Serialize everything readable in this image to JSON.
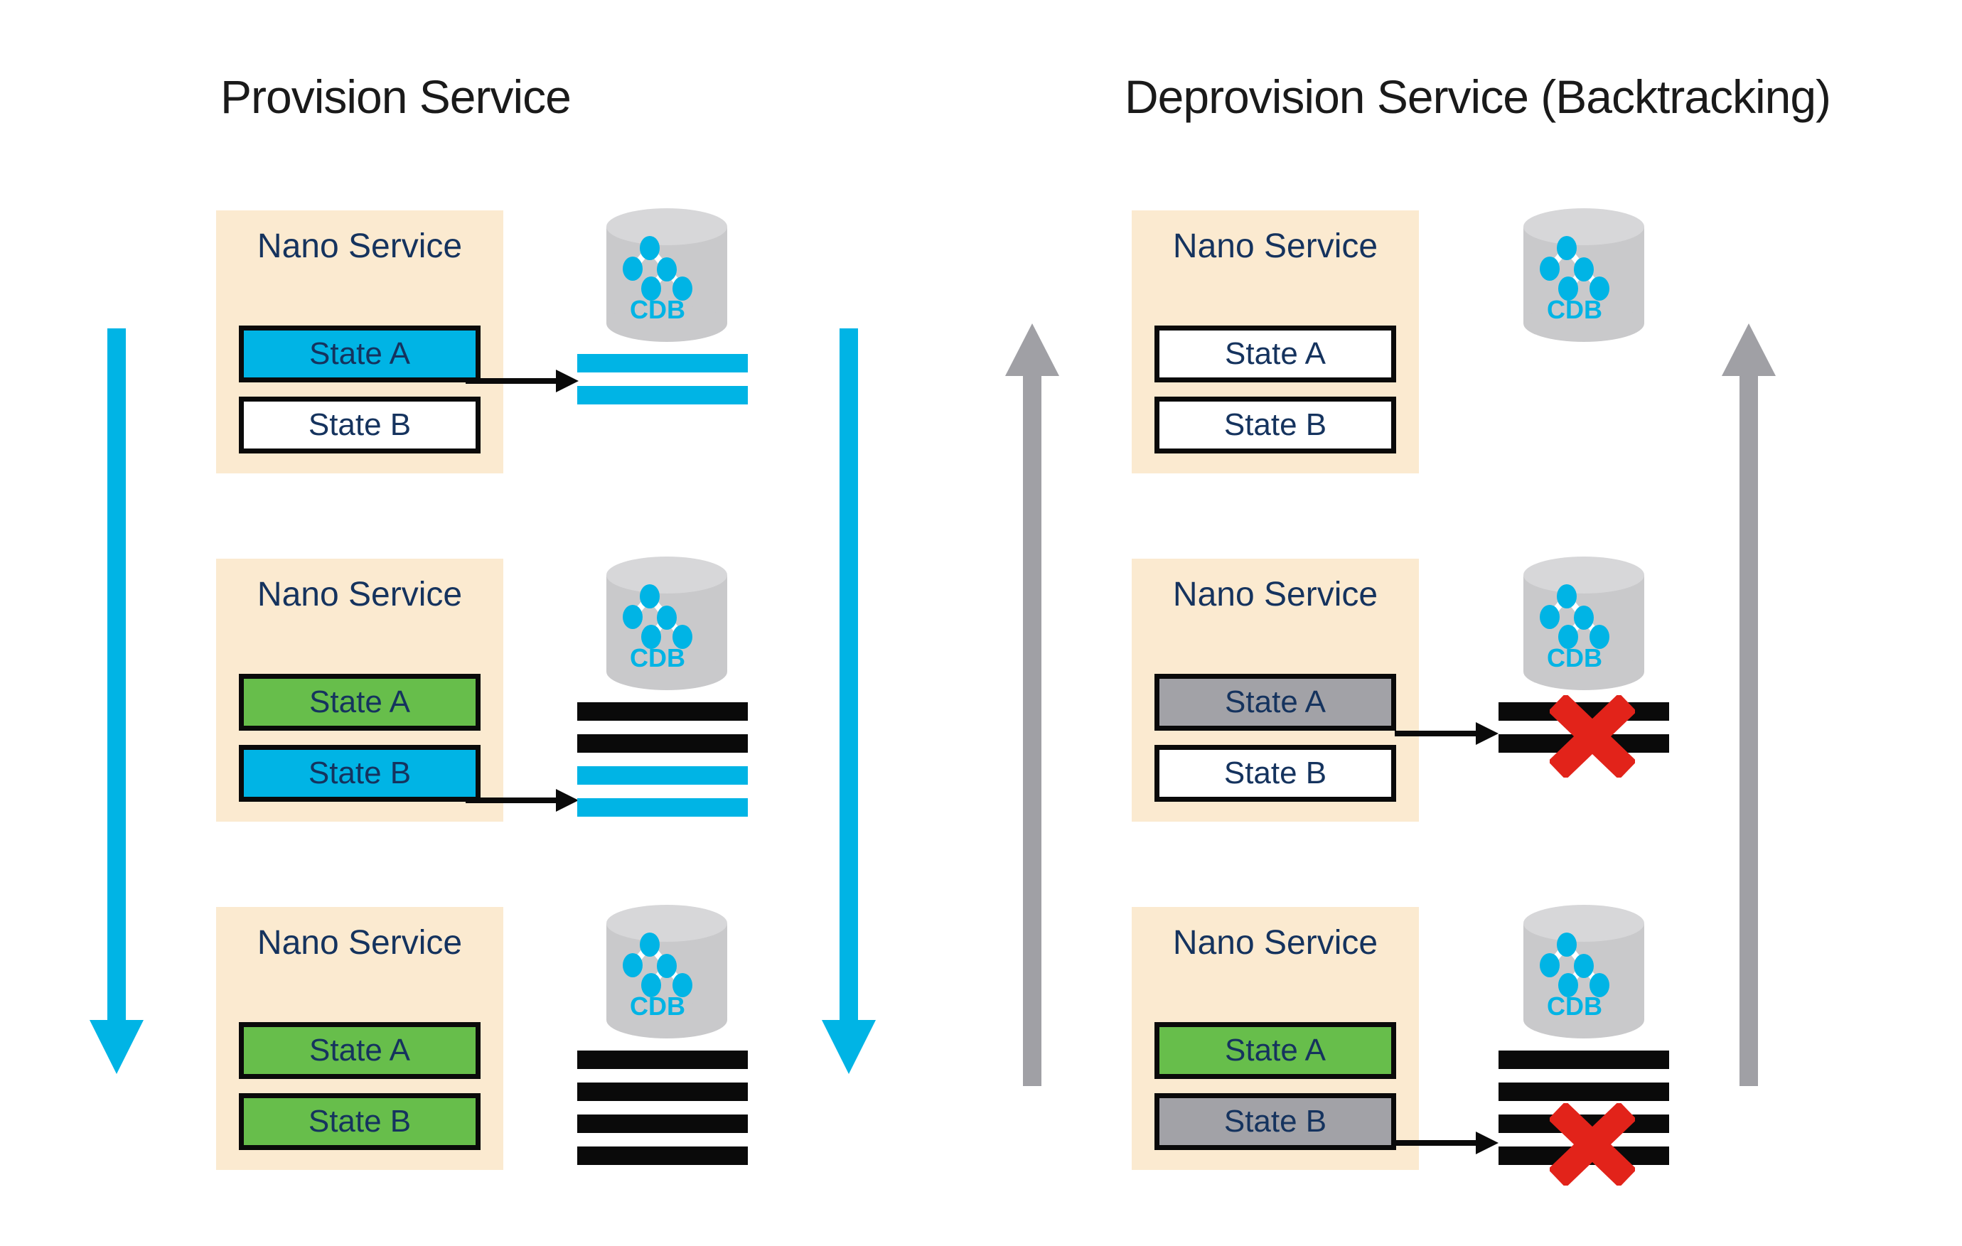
{
  "titles": {
    "provision": "Provision Service",
    "deprovision": "Deprovision Service (Backtracking)"
  },
  "cdb_label": "CDB",
  "provision": {
    "rows": [
      {
        "label": "Nano Service",
        "states": [
          {
            "label": "State A",
            "fill": "cyan"
          },
          {
            "label": "State B",
            "fill": "white"
          }
        ],
        "stripes": [
          "cyan",
          "cyan"
        ],
        "arrow_from": "State A",
        "crossed_out": false
      },
      {
        "label": "Nano Service",
        "states": [
          {
            "label": "State A",
            "fill": "green"
          },
          {
            "label": "State B",
            "fill": "cyan"
          }
        ],
        "stripes": [
          "black",
          "black",
          "cyan",
          "cyan"
        ],
        "arrow_from": "State B",
        "crossed_out": false
      },
      {
        "label": "Nano Service",
        "states": [
          {
            "label": "State A",
            "fill": "green"
          },
          {
            "label": "State B",
            "fill": "green"
          }
        ],
        "stripes": [
          "black",
          "black",
          "black",
          "black"
        ],
        "arrow_from": null,
        "crossed_out": false
      }
    ]
  },
  "deprovision": {
    "rows": [
      {
        "label": "Nano Service",
        "states": [
          {
            "label": "State A",
            "fill": "white"
          },
          {
            "label": "State B",
            "fill": "white"
          }
        ],
        "stripes": [],
        "arrow_from": null,
        "crossed_out": false
      },
      {
        "label": "Nano Service",
        "states": [
          {
            "label": "State A",
            "fill": "gray"
          },
          {
            "label": "State B",
            "fill": "white"
          }
        ],
        "stripes": [
          "black",
          "black"
        ],
        "arrow_from": "State A",
        "crossed_out": true
      },
      {
        "label": "Nano Service",
        "states": [
          {
            "label": "State A",
            "fill": "green"
          },
          {
            "label": "State B",
            "fill": "gray"
          }
        ],
        "stripes": [
          "black",
          "black",
          "black",
          "black"
        ],
        "arrow_from": "State B",
        "crossed_out": true
      }
    ]
  },
  "colors": {
    "cyan": "#00B4E5",
    "green": "#67BE4B",
    "peach_panel": "#FBEAD0",
    "navy_text": "#15335E",
    "title_text": "#1A1A1A",
    "red_x": "#E2231A",
    "state_gray": "#A2A2A7",
    "arrow_gray": "#A0A0A5",
    "cylinder_body": "#C9C9CB",
    "cylinder_top": "#D7D7D9",
    "black": "#0A0A0A"
  }
}
